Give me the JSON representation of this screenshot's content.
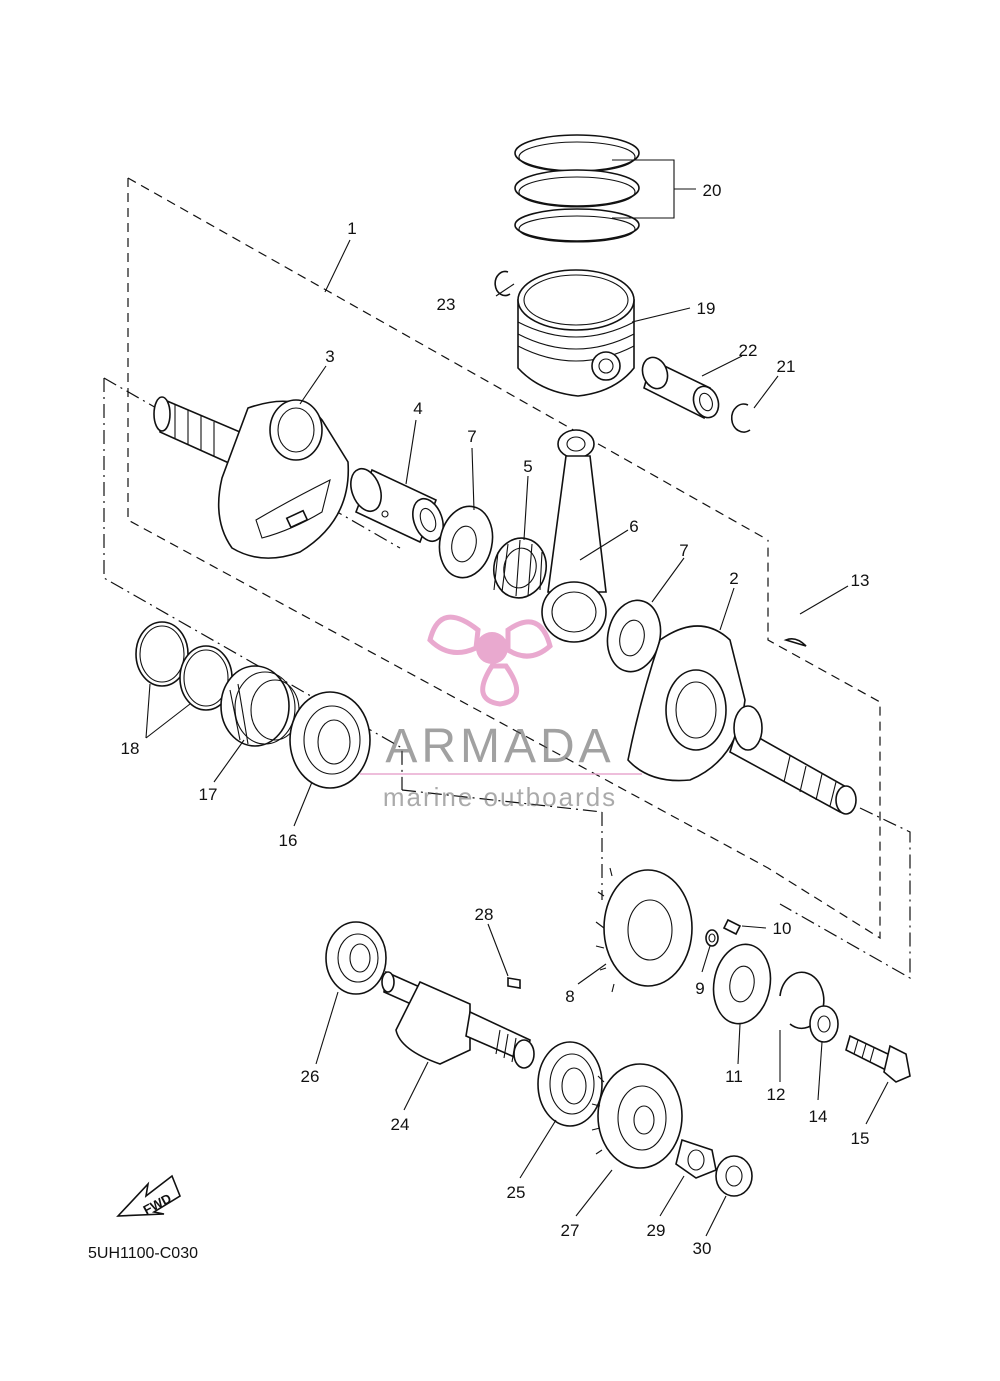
{
  "diagram": {
    "drawing_code": "5UH1100-C030",
    "fwd_label": "FWD",
    "watermark": {
      "brand": "ARMADA",
      "tagline": "marine outboards",
      "logo_color": "#e9a9cf"
    },
    "callouts": [
      "1",
      "2",
      "3",
      "4",
      "5",
      "6",
      "7",
      "7",
      "8",
      "9",
      "10",
      "11",
      "12",
      "13",
      "14",
      "15",
      "16",
      "17",
      "18",
      "19",
      "20",
      "21",
      "22",
      "23",
      "24",
      "25",
      "26",
      "27",
      "28",
      "29",
      "30"
    ]
  }
}
